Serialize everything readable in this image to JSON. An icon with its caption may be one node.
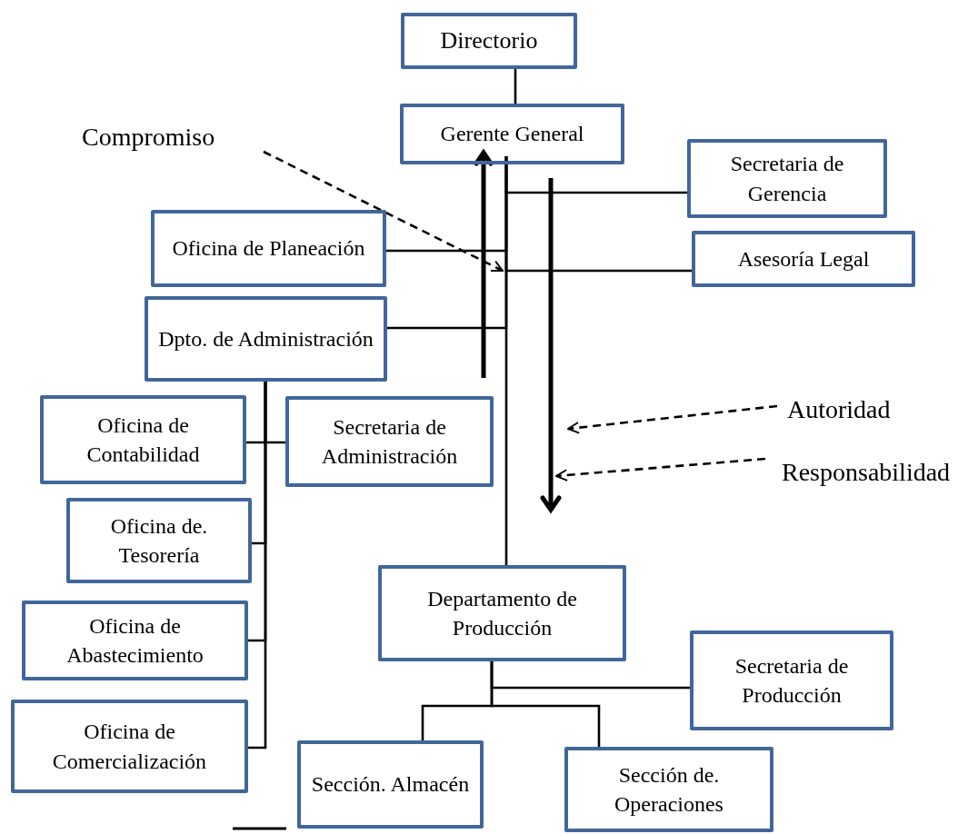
{
  "diagram": {
    "nodes": [
      {
        "text": [
          "Directorio"
        ]
      },
      {
        "text": [
          "Gerente General"
        ]
      },
      {
        "text": [
          "Secretaria de Gerencia"
        ]
      },
      {
        "text": [
          "Oficina de Planeación"
        ]
      },
      {
        "text": [
          "Asesoría Legal"
        ]
      },
      {
        "text": [
          "Dpto. de Administración"
        ]
      },
      {
        "text": [
          "Oficina de Contabilidad"
        ]
      },
      {
        "text": [
          "Secretaria de Administración"
        ]
      },
      {
        "text": [
          "Oficina de. Tesorería"
        ]
      },
      {
        "text": [
          "Oficina de Abastecimiento"
        ]
      },
      {
        "text": [
          "Oficina de Comercialización"
        ]
      },
      {
        "text": [
          "Departamento de Producción"
        ]
      },
      {
        "text": [
          "Secretaria de Producción"
        ]
      },
      {
        "text": [
          "Sección. Almacén"
        ]
      },
      {
        "text": [
          "Sección de. Operaciones"
        ]
      },
      {
        "text": [
          "Compromiso"
        ]
      },
      {
        "text": [
          "Autoridad"
        ]
      },
      {
        "text": [
          "Responsabilidad"
        ]
      }
    ],
    "edges": [
      {
        "from": 0,
        "to": 1,
        "arrow": "none"
      },
      {
        "from": 1,
        "to": 2,
        "arrow": "none"
      },
      {
        "from": 1,
        "to": 3,
        "arrow": "none"
      },
      {
        "from": 1,
        "to": 4,
        "arrow": "none"
      },
      {
        "from": 1,
        "to": 5,
        "arrow": "none"
      },
      {
        "from": 1,
        "to": 11,
        "arrow": "none"
      },
      {
        "from": 5,
        "to": 6,
        "arrow": "none"
      },
      {
        "from": 5,
        "to": 7,
        "arrow": "none"
      },
      {
        "from": 5,
        "to": 8,
        "arrow": "none"
      },
      {
        "from": 5,
        "to": 9,
        "arrow": "none"
      },
      {
        "from": 5,
        "to": 10,
        "arrow": "none"
      },
      {
        "from": 11,
        "to": 12,
        "arrow": "none"
      },
      {
        "from": 11,
        "to": 13,
        "arrow": "none"
      },
      {
        "from": 11,
        "to": 14,
        "arrow": "none"
      },
      {
        "from": 15,
        "to": null,
        "arrow": "to",
        "style": "dashed"
      },
      {
        "from": 16,
        "to": null,
        "arrow": "to",
        "style": "dashed"
      },
      {
        "from": 17,
        "to": null,
        "arrow": "to",
        "style": "dashed"
      }
    ]
  }
}
